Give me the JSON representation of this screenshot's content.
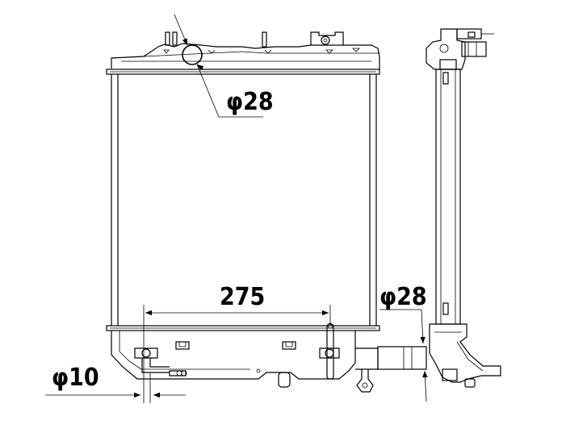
{
  "dimensions": {
    "upper_hose": "φ28",
    "core_width": "275",
    "lower_hose": "φ28",
    "drain": "φ10"
  }
}
